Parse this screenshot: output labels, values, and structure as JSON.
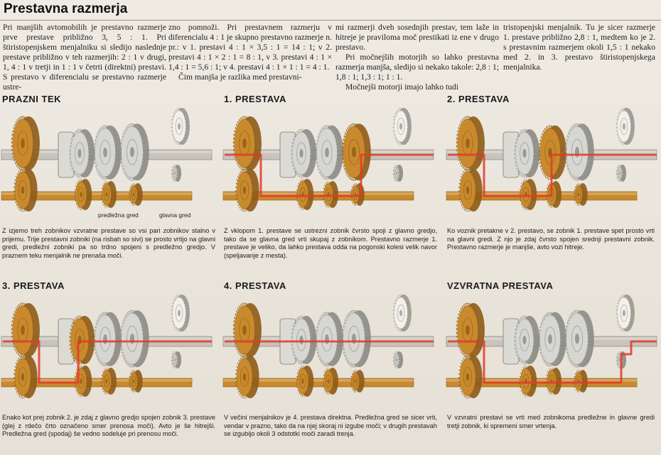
{
  "page": {
    "title": "Prestavna razmerja",
    "intro": [
      {
        "paragraphs": [
          "Pri manjših avtomobilih je prestavno razmerje prve prestave približno 3, 5 : 1. Pri štiristopenjskem menjalniku si sledijo naslednje prestave približno v teh razmerjih: 2 : 1 v drugi, 1, 4 : 1 v tretji in 1 : 1 v četrti (direktni) prestavi. S prestavo v diferencialu se prestavno razmerje ustre-"
        ]
      },
      {
        "paragraphs": [
          "zno pomnoži. Pri prestavnem razmerju v diferencialu 4 : 1 je skupno prestavno razmerje n. pr.: v 1. prestavi 4 : 1 × 3,5 : 1 = 14 : 1; v 2. prestavi 4 : 1 × 2 : 1 = 8 : 1, v 3. prestavi 4 : 1 × 1,4 : 1 = 5,6 : 1; v 4. prestavi 4 : 1 × 1 : 1 = 4 : 1.",
          "Čim manjša je razlika med prestavni-"
        ]
      },
      {
        "paragraphs": [
          "mi razmerji dveh sosednjih prestav, tem laže in hitreje je praviloma moč prestikati iz ene v drugo prestavo.",
          "Pri močnejših motorjih so lahko prestavna razmerja manjša, sledijo si nekako takole: 2,8 : 1; 1,8 : 1; 1,3 : 1; 1 : 1.",
          "Močnejši motorji imajo lahko tudi"
        ]
      },
      {
        "paragraphs": [
          "tristopenjski menjalnik. Tu je sicer razmerje 1. prestave približno 2,8 : 1, medtem ko je 2. s prestavnim razmerjem okoli 1,5 : 1 nekako med 2. in 3. prestavo štiristopenjskega menjalnika."
        ]
      }
    ],
    "labels": {
      "countershaft": "predležna gred",
      "mainshaft": "glavna gred"
    },
    "panels": [
      {
        "title": "PRAZNI TEK",
        "caption": "Z izjemo treh zobnikov vzvratne prestave so vsi pari zobnikov stalno v prijemu. Trije prestavni zobniki (na risbah so sivi) se prosto vrtijo na glavni gredi, predležni zobniki pa so trdno spojeni s predležno gredjo. V praznem teku menjalnik ne prenaša moči."
      },
      {
        "title": "1. PRESTAVA",
        "caption": "Z vklopom 1. prestave se ustrezni zobnik čvrsto spoji z glavno gredjo, tako da se glavna gred vrti skupaj z zobnikom. Prestavno razmerje 1. prestave je veliko, da lahko prestava odda na pogonski kolesi velik navor (speljavanje z mesta)."
      },
      {
        "title": "2. PRESTAVA",
        "caption": "Ko voznik pretakne v 2. prestavo, se zobnik 1. prestave spet prosto vrti na glavni gredi. Z njo je zdaj čvrsto spojen srednji prestavni zobnik. Prestavno razmerje je manjše, avto vozi hitreje."
      },
      {
        "title": "3. PRESTAVA",
        "caption": "Enako kot prej zobnik 2. je zdaj z glavno gredjo spojen zobnik 3. prestave (glej z rdečo črto označeno smer prenosa moči). Avto je še hitrejši. Predležna gred (spodaj) še vedno sodeluje pri prenosu moči."
      },
      {
        "title": "4. PRESTAVA",
        "caption": "V večini menjalnikov je 4. prestava direktna. Predležna gred se sicer vrti, vendar v prazno, tako da na njej skoraj ni izgube moči; v drugih prestavah se izgubijo okoli 3 odstotki moči zaradi trenja."
      },
      {
        "title": "VZVRATNA PRESTAVA",
        "caption": "V vzvratni prestavi se vrti med zobnikoma predležne in glavne gredi tretji zobnik, ki spremeni smer vrtenja."
      }
    ],
    "colors": {
      "gear_gold": "#c88a2c",
      "gear_gold_dark": "#8e5a16",
      "gear_grey": "#d6d6d2",
      "power_path": "#e23a2a"
    }
  }
}
